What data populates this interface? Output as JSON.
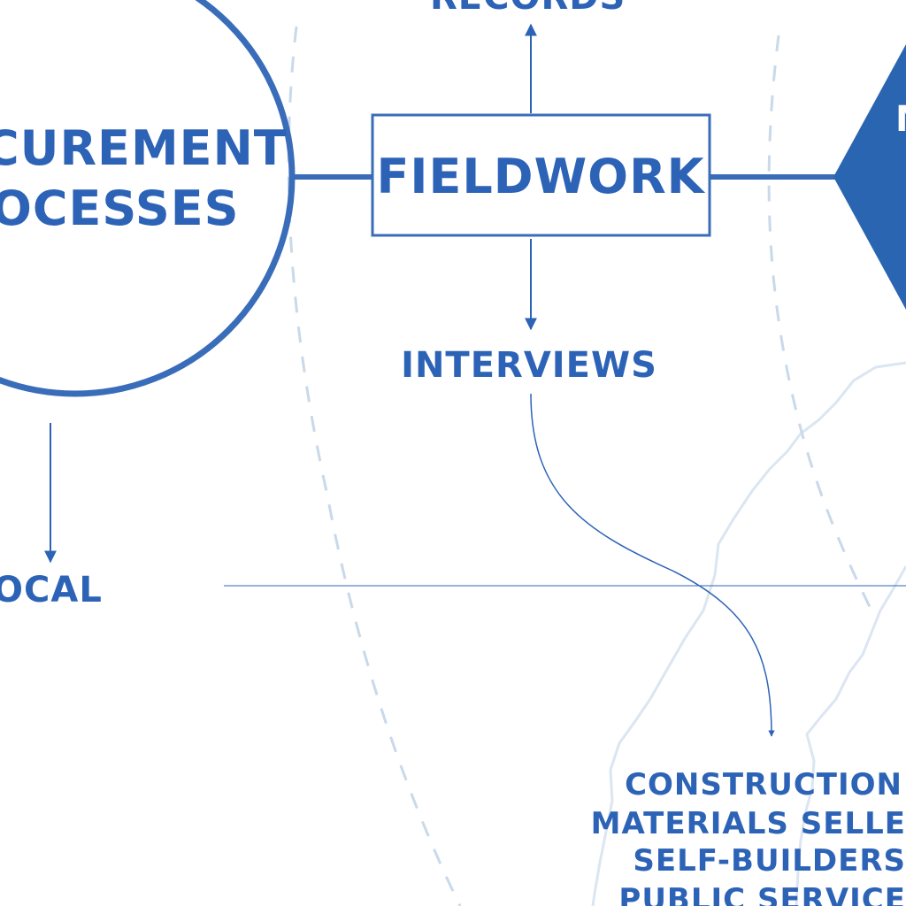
{
  "nodes": {
    "procurement_line1": "CUREMENT",
    "procurement_line2": "OCESSES",
    "records": "RECORDS",
    "fieldwork": "FIELDWORK",
    "interviews": "INTERVIEWS",
    "local": "OCAL",
    "hexagon_text": "M"
  },
  "participants": [
    "CONSTRUCTION",
    "MATERIALS SELLE",
    "SELF-BUILDERS",
    "PUBLIC SERVICE"
  ],
  "colors": {
    "primary": "#2d63b6",
    "hexagon_fill": "#2a65b2",
    "light_contour": "#dbe6f2",
    "dashed_line": "#c9d9ea"
  }
}
